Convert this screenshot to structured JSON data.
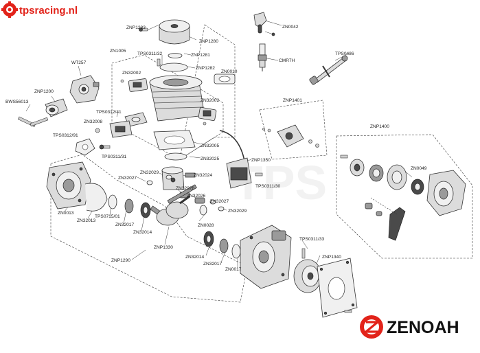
{
  "site_logo": "tpsracing.nl",
  "brand_logo": "ZENOAH",
  "parts": [
    "ZNP1283",
    "ZNP1280",
    "ZN0042",
    "ZN1005",
    "TPS0311/32",
    "ZNP1281",
    "ZNP1282",
    "CMR7H",
    "TPS0486",
    "WT257",
    "ZN32002",
    "ZN0010",
    "ZN32002",
    "ZNP1200",
    "BWS56013",
    "TPS0312/41",
    "ZNP1401",
    "ZNP1400",
    "ZN32008",
    "TPS0312/91",
    "ZN32005",
    "TPS0311/31",
    "ZN32025",
    "ZNP1350",
    "ZN32029",
    "ZN32024",
    "ZN32027",
    "ZN0049",
    "TPS0311/30",
    "ZN32028",
    "ZN32026",
    "ZN32027",
    "ZN32029",
    "ZN0013",
    "ZN32013",
    "TPS0715/01",
    "ZN32017",
    "ZN32014",
    "ZN0028",
    "ZNP1330",
    "TPS0311/33",
    "ZNP1340",
    "ZNP1290",
    "ZN32014",
    "ZN32017",
    "ZN0017"
  ],
  "colors": {
    "logo_red": "#e2231a",
    "ink": "#222222",
    "part_fill": "#dcdcdc"
  }
}
